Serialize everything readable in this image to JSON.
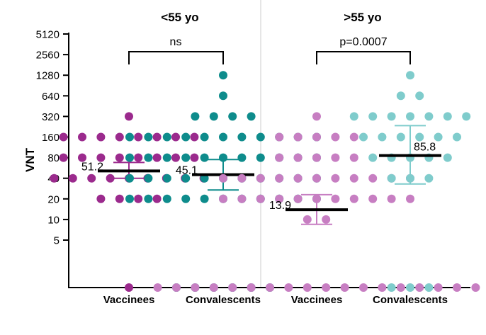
{
  "chart_data": {
    "type": "scatter",
    "ylabel": "VNT",
    "yscale": "log2",
    "yticks": [
      "5120",
      "2560",
      "1280",
      "640",
      "320",
      "160",
      "80",
      "40",
      "20",
      "10",
      "5"
    ],
    "panels": [
      {
        "title": "<55 yo",
        "comparison": "ns"
      },
      {
        "title": ">55 yo",
        "comparison": "p=0.0007"
      }
    ],
    "groups": [
      {
        "name": "Vaccinees",
        "panel": 0,
        "color": "#9b2a8d",
        "opacity": 1,
        "geomean": 51.2,
        "ci": [
          40,
          68
        ],
        "label_side": "left",
        "points": [
          {
            "value": 320,
            "count": 1
          },
          {
            "value": 160,
            "count": 8
          },
          {
            "value": 80,
            "count": 8
          },
          {
            "value": 40,
            "count": 9
          },
          {
            "value": 20,
            "count": 4
          },
          {
            "value": 0,
            "count": 1
          }
        ]
      },
      {
        "name": "Convalescents",
        "panel": 0,
        "color": "#0e8c8c",
        "opacity": 1,
        "geomean": 45.1,
        "ci": [
          27,
          75
        ],
        "label_side": "left",
        "points": [
          {
            "value": 1280,
            "count": 1
          },
          {
            "value": 640,
            "count": 1
          },
          {
            "value": 320,
            "count": 4
          },
          {
            "value": 160,
            "count": 11
          },
          {
            "value": 80,
            "count": 11
          },
          {
            "value": 40,
            "count": 11
          },
          {
            "value": 20,
            "count": 11
          },
          {
            "value": 0,
            "count": 6
          }
        ]
      },
      {
        "name": "Vaccinees",
        "panel": 1,
        "color": "#c77ec2",
        "opacity": 1,
        "geomean": 13.9,
        "ci": [
          8.5,
          23
        ],
        "label_side": "left",
        "points": [
          {
            "value": 320,
            "count": 1
          },
          {
            "value": 160,
            "count": 5
          },
          {
            "value": 80,
            "count": 5
          },
          {
            "value": 40,
            "count": 11
          },
          {
            "value": 20,
            "count": 11
          },
          {
            "value": 10,
            "count": 2
          },
          {
            "value": 0,
            "count": 18
          }
        ]
      },
      {
        "name": "Convalescents",
        "panel": 1,
        "color": "#7fcccc",
        "opacity": 1,
        "geomean": 85.8,
        "ci": [
          33,
          235
        ],
        "label_side": "right",
        "points": [
          {
            "value": 1280,
            "count": 1
          },
          {
            "value": 640,
            "count": 2
          },
          {
            "value": 320,
            "count": 7
          },
          {
            "value": 160,
            "count": 6
          },
          {
            "value": 80,
            "count": 5
          },
          {
            "value": 40,
            "count": 3
          },
          {
            "value": 0,
            "count": 3
          }
        ]
      }
    ]
  }
}
